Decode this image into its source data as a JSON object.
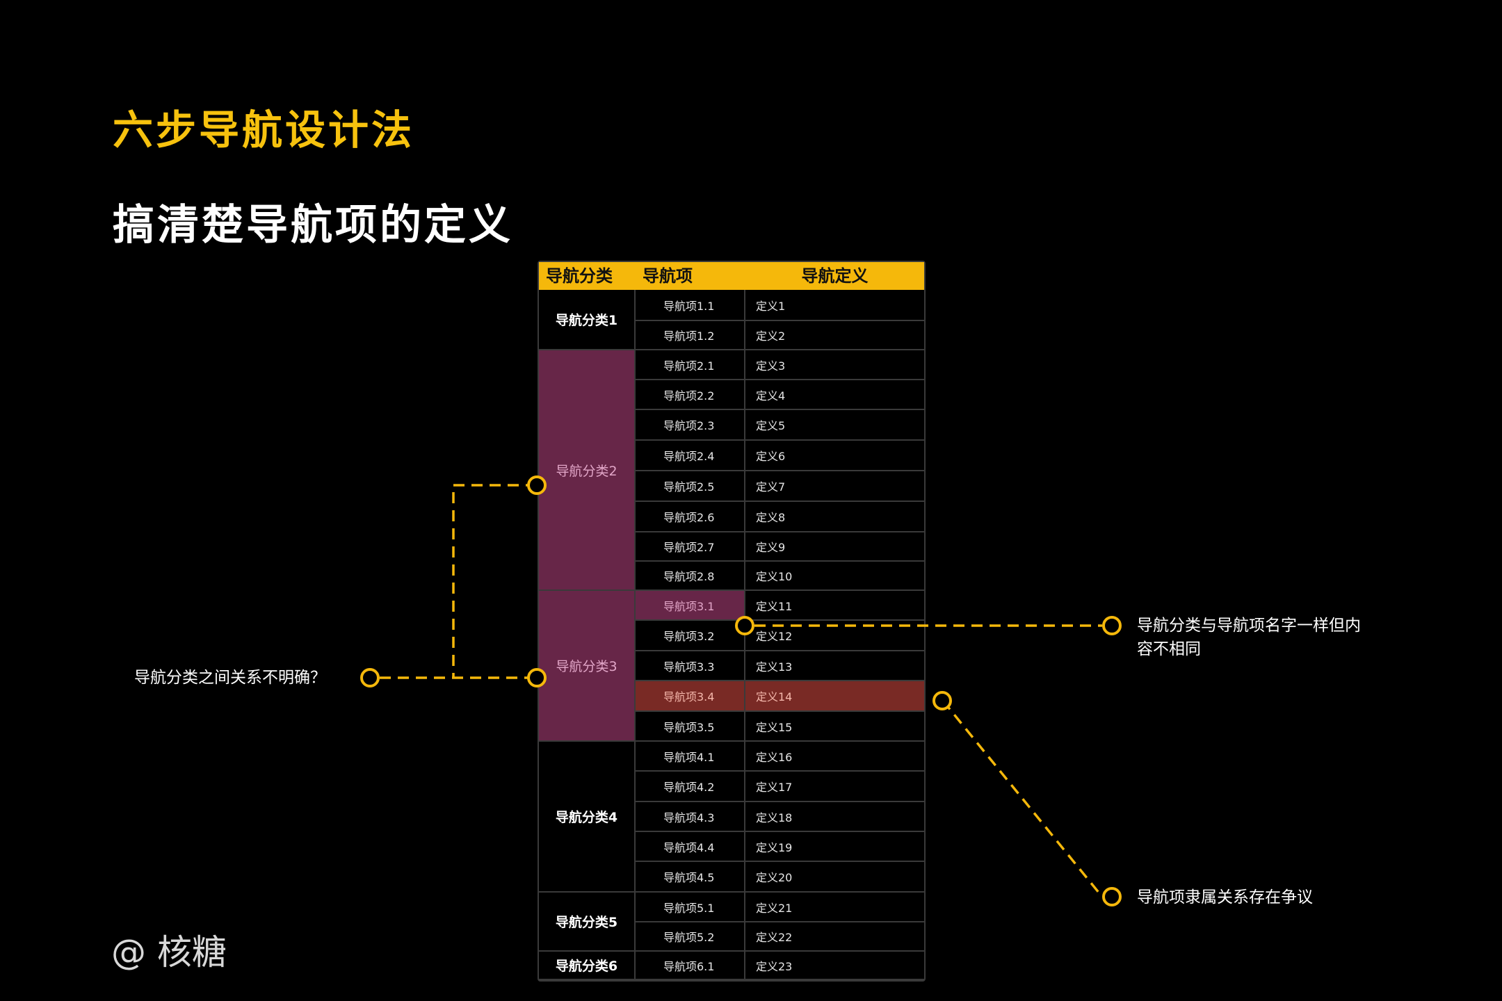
{
  "title": "六步导航设计法",
  "subtitle": "搞清楚导航项的定义",
  "watermark": "@ 核糖",
  "colors": {
    "accent": "#f5b80b",
    "background": "#000000",
    "highlight_purple": "#672648",
    "highlight_red": "#792a25"
  },
  "table": {
    "headers": [
      "导航分类",
      "导航项",
      "导航定义"
    ],
    "categories": [
      "导航分类1",
      "导航分类2",
      "导航分类3",
      "导航分类4",
      "导航分类5",
      "导航分类6"
    ],
    "items": [
      "导航项1.1",
      "导航项1.2",
      "导航项2.1",
      "导航项2.2",
      "导航项2.3",
      "导航项2.4",
      "导航项2.5",
      "导航项2.6",
      "导航项2.7",
      "导航项2.8",
      "导航项3.1",
      "导航项3.2",
      "导航项3.3",
      "导航项3.4",
      "导航项3.5",
      "导航项4.1",
      "导航项4.2",
      "导航项4.3",
      "导航项4.4",
      "导航项4.5",
      "导航项5.1",
      "导航项5.2",
      "导航项6.1"
    ],
    "definitions": [
      "定义1",
      "定义2",
      "定义3",
      "定义4",
      "定义5",
      "定义6",
      "定义7",
      "定义8",
      "定义9",
      "定义10",
      "定义11",
      "定义12",
      "定义13",
      "定义14",
      "定义15",
      "定义16",
      "定义17",
      "定义18",
      "定义19",
      "定义20",
      "定义21",
      "定义22",
      "定义23"
    ]
  },
  "annotations": {
    "category_relation": "导航分类之间关系不明确？",
    "same_name_line1": "导航分类与导航项名字一样但内",
    "same_name_line2": "容不相同",
    "ownership": "导航项隶属关系存在争议"
  }
}
